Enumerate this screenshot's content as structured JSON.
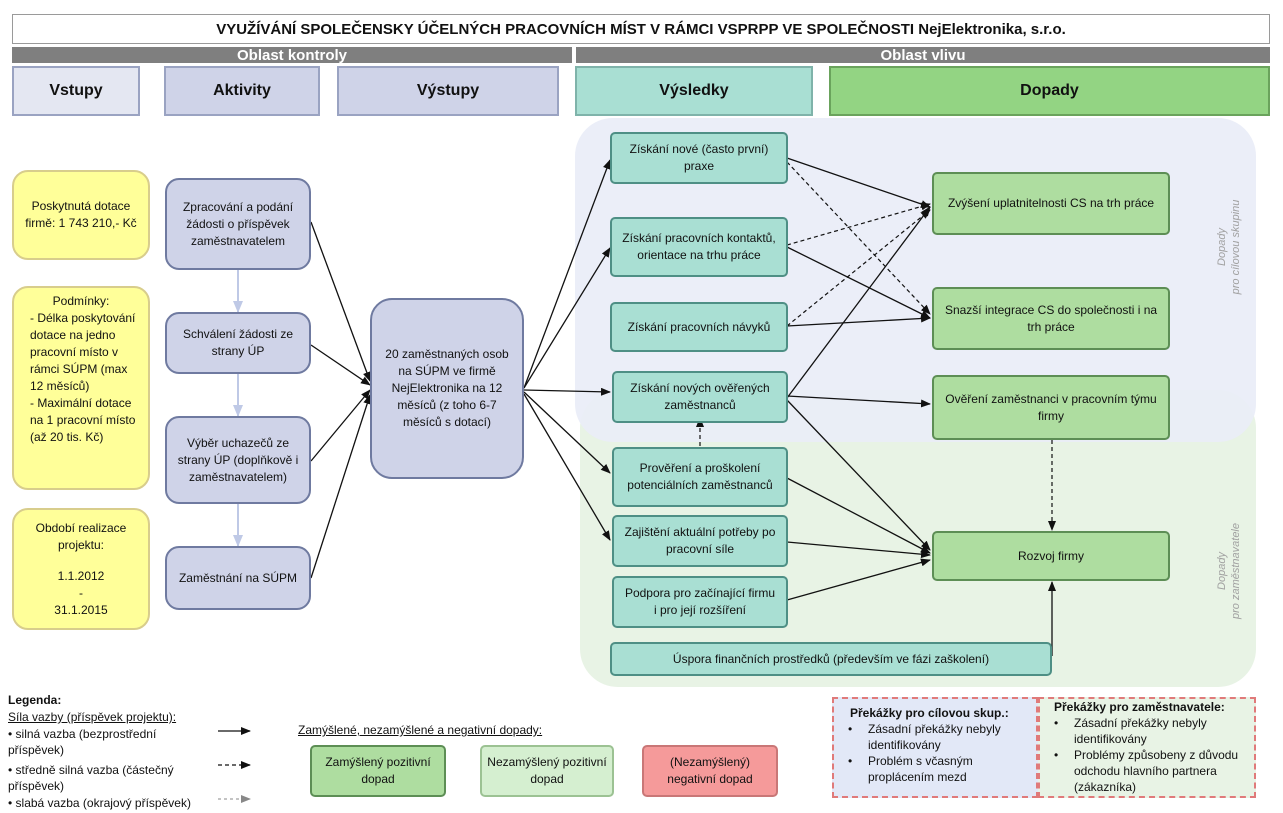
{
  "title": "VYUŽÍVÁNÍ SPOLEČENSKY ÚČELNÝCH PRACOVNÍCH MÍST V RÁMCI VSPRPP VE SPOLEČNOSTI NejElektronika, s.r.o.",
  "bands": {
    "control": "Oblast kontroly",
    "influence": "Oblast vlivu"
  },
  "columns": {
    "inputs": "Vstupy",
    "activities": "Aktivity",
    "outputs": "Výstupy",
    "results": "Výsledky",
    "impacts": "Dopady"
  },
  "inputs": {
    "grant": "Poskytnutá dotace firmě: 1 743 210,- Kč",
    "conditions_title": "Podmínky:",
    "conditions_1": "- Délka poskytování dotace na jedno pracovní místo v rámci SÚPM (max 12 měsíců)",
    "conditions_2": "- Maximální dotace na 1 pracovní místo (až 20 tis. Kč)",
    "period_title": "Období realizace projektu:",
    "period_start": "1.1.2012",
    "period_dash": "-",
    "period_end": "31.1.2015"
  },
  "activities": {
    "a1": "Zpracování a podání žádosti o příspěvek zaměstnavatelem",
    "a2": "Schválení žádosti ze strany ÚP",
    "a3": "Výběr uchazečů ze strany ÚP (doplňkově i zaměstnavatelem)",
    "a4": "Zaměstnání na SÚPM"
  },
  "outputs": {
    "o1": "20 zaměstnaných osob na SÚPM ve firmě NejElektronika na 12 měsíců (z toho 6-7 měsíců s dotací)"
  },
  "results": {
    "r1": "Získání nové (často první) praxe",
    "r2": "Získání pracovních kontaktů, orientace na trhu práce",
    "r3": "Získání pracovních návyků",
    "r4": "Získání nových ověřených zaměstnanců",
    "r5": "Prověření a proškolení potenciálních zaměstnanců",
    "r6": "Zajištění aktuální potřeby po pracovní síle",
    "r7": "Podpora pro začínající firmu i pro její rozšíření",
    "r8": "Úspora finančních prostředků (především ve fázi zaškolení)"
  },
  "impacts": {
    "i1": "Zvýšení uplatnitelnosti CS na trh práce",
    "i2": "Snazší integrace CS do společnosti i na trh práce",
    "i3": "Ověření zaměstnanci v pracovním týmu firmy",
    "i4": "Rozvoj firmy"
  },
  "side_labels": {
    "target_1": "Dopady",
    "target_2": "pro cílovou skupinu",
    "employer_1": "Dopady",
    "employer_2": "pro zaměstnavatele"
  },
  "legend": {
    "title": "Legenda:",
    "strength_title": "Síla vazby (příspěvek projektu):",
    "strong": "• silná vazba (bezprostřední příspěvek)",
    "medium": "• středně silná vazba (částečný příspěvek)",
    "weak": "• slabá vazba (okrajový příspěvek)",
    "impacts_title": "Zamýšlené, nezamýšlené a negativní dopady:",
    "intended": "Zamýšlený pozitivní dopad",
    "unintended": "Nezamýšlený pozitivní dopad",
    "negative": "(Nezamýšlený) negativní dopad"
  },
  "obstacles": {
    "target_title": "Překážky pro cílovou skup.:",
    "target_1": "Zásadní překážky nebyly identifikovány",
    "target_2": "Problém s včasným proplácením mezd",
    "employer_title": "Překážky pro zaměstnavatele:",
    "employer_1": "Zásadní překážky nebyly identifikovány",
    "employer_2": "Problémy způsobeny z důvodu odchodu hlavního partnera (zákazníka)"
  },
  "colors": {
    "band": "#7f7f7f",
    "input_fill": "#ffff99",
    "activity_fill": "#cfd3e8",
    "result_fill": "#a9dfd3",
    "impact_fill": "#aedda0",
    "zone_target": "#e9edf8",
    "zone_employer": "#e8f3e5",
    "unintended_fill": "#d5efd0",
    "negative_fill": "#f59a9a",
    "obstacle_border": "#e07a7a"
  }
}
